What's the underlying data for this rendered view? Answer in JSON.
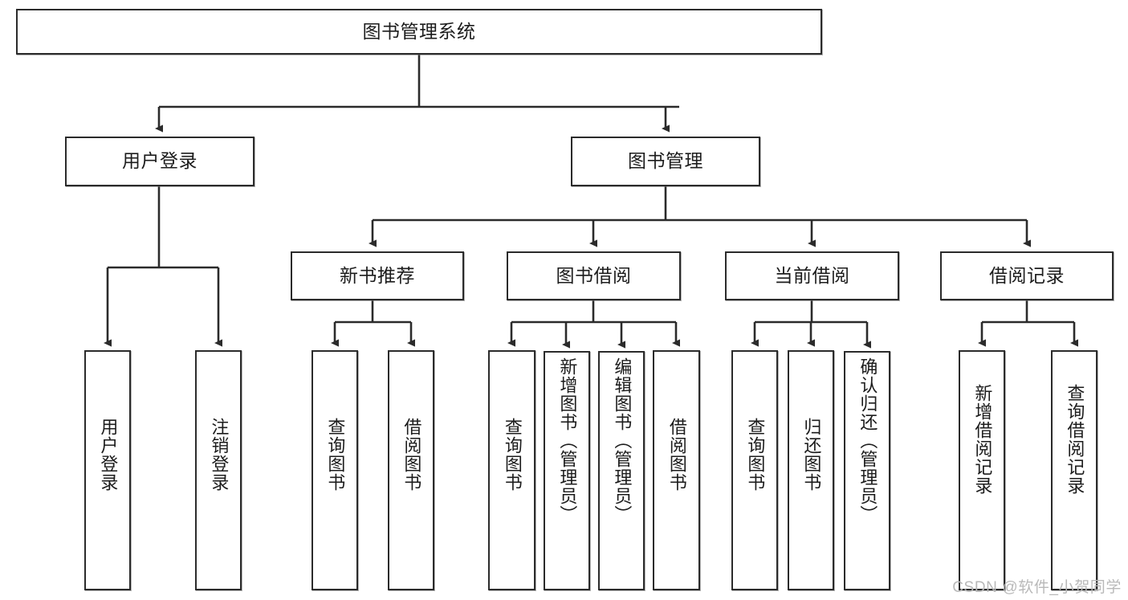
{
  "diagram": {
    "type": "tree",
    "title": "图书管理系统",
    "watermark": "CSDN @软件_小贺同学",
    "colors": {
      "box_border": "#2b2b2b",
      "box_fill": "#ffffff",
      "connector": "#2b2b2b",
      "text": "#1c1c1c",
      "watermark": "#b9b9b9"
    },
    "levels": {
      "root": {
        "label": "图书管理系统"
      },
      "level2": [
        {
          "label": "用户登录"
        },
        {
          "label": "图书管理"
        }
      ],
      "level3": [
        {
          "label": "新书推荐"
        },
        {
          "label": "图书借阅"
        },
        {
          "label": "当前借阅"
        },
        {
          "label": "借阅记录"
        }
      ],
      "leaves": {
        "user_login": [
          {
            "label": "用户登录"
          },
          {
            "label": "注销登录"
          }
        ],
        "new_book": [
          {
            "label": "查询图书"
          },
          {
            "label": "借阅图书"
          }
        ],
        "book_borrow": [
          {
            "label": "查询图书"
          },
          {
            "label": "新增图书（管理员）"
          },
          {
            "label": "编辑图书（管理员）"
          },
          {
            "label": "借阅图书"
          }
        ],
        "current_borrow": [
          {
            "label": "查询图书"
          },
          {
            "label": "归还图书"
          },
          {
            "label": "确认归还（管理员）"
          }
        ],
        "borrow_record": [
          {
            "label": "新增借阅记录"
          },
          {
            "label": "查询借阅记录"
          }
        ]
      }
    }
  }
}
